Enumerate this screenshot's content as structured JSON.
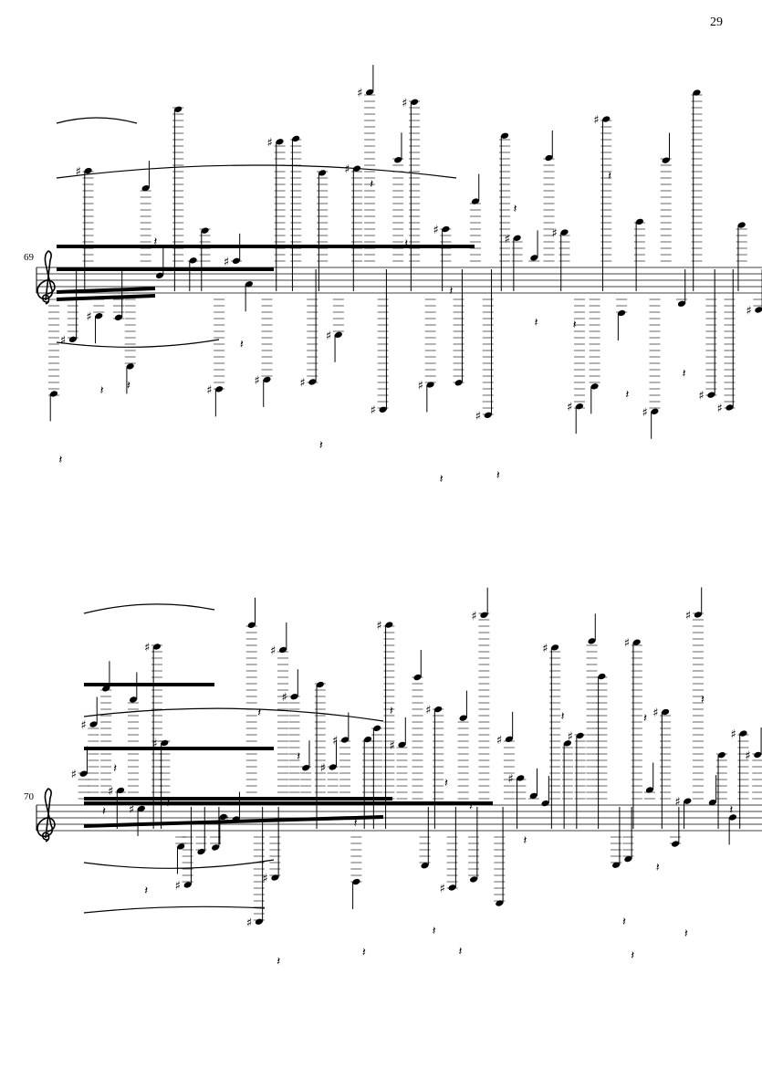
{
  "page": {
    "number": "29"
  },
  "systems": [
    {
      "measure_number": "69",
      "clef": "treble"
    },
    {
      "measure_number": "70",
      "clef": "treble"
    }
  ]
}
